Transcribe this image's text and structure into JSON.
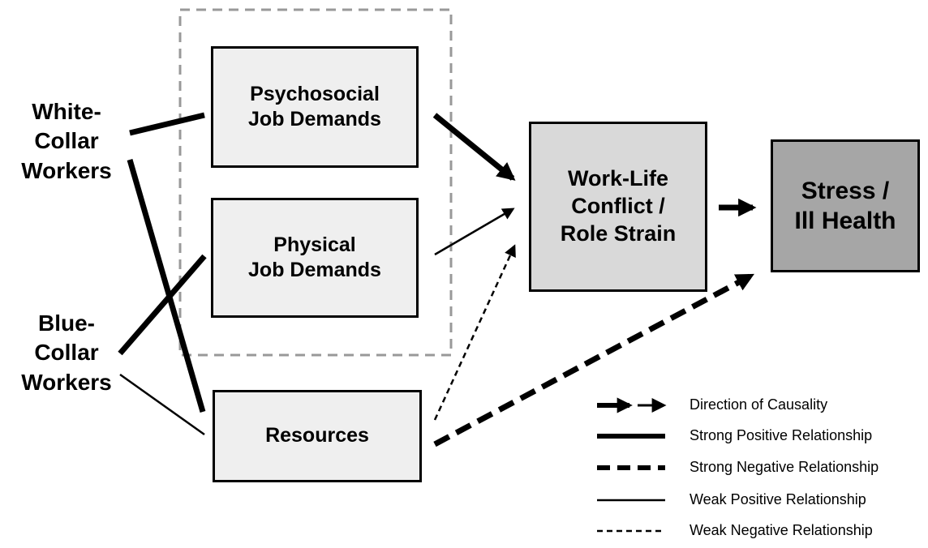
{
  "nodes": {
    "white_collar": "White-\nCollar\nWorkers",
    "blue_collar": "Blue-\nCollar\nWorkers",
    "psychosocial": "Psychosocial\nJob Demands",
    "physical": "Physical\nJob Demands",
    "resources": "Resources",
    "work_life": "Work-Life\nConflict /\nRole Strain",
    "stress": "Stress /\nIll Health"
  },
  "legend": {
    "direction": "Direction of Causality",
    "strong_positive": "Strong Positive Relationship",
    "strong_negative": "Strong Negative Relationship",
    "weak_positive": "Weak Positive Relationship",
    "weak_negative": "Weak Negative Relationship"
  },
  "colors": {
    "box_light": "#efefef",
    "box_mid": "#d9d9d9",
    "box_dark": "#a6a6a6",
    "dashed_group": "#999999"
  }
}
